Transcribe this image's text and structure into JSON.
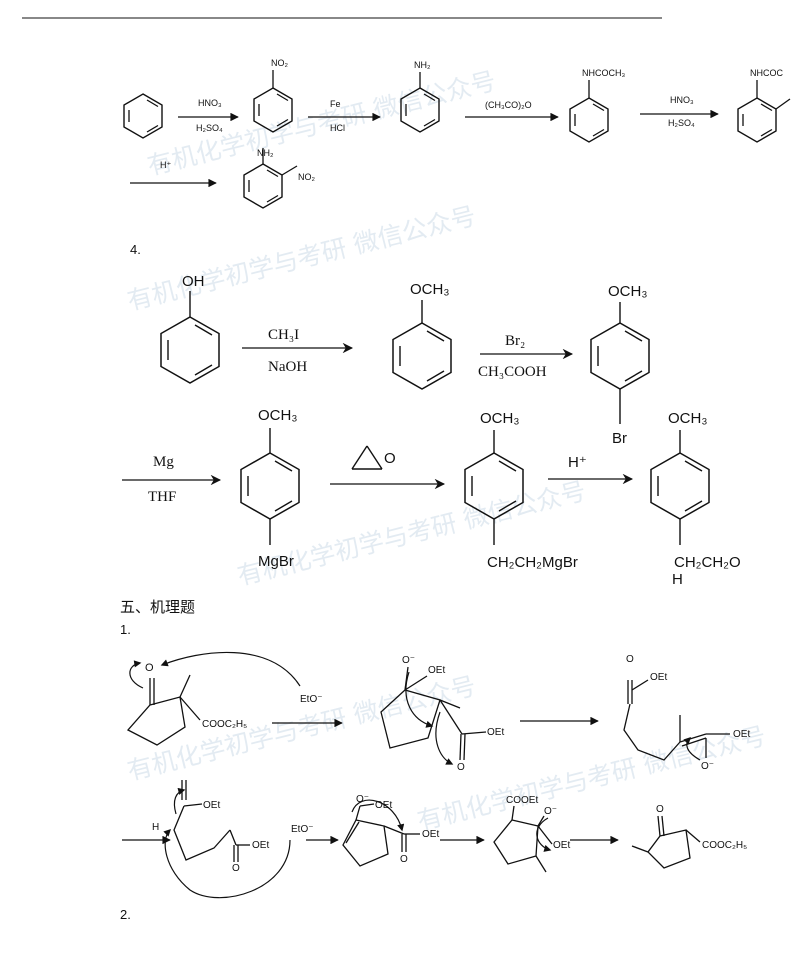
{
  "watermark": "有机化学初学与考研 微信公众号",
  "problem3": {
    "steps": [
      {
        "top": "HNO₃",
        "bottom": "H₂SO₄"
      },
      {
        "top": "Fe",
        "bottom": "HCl"
      },
      {
        "top": "(CH₃CO)₂O",
        "bottom": ""
      },
      {
        "top": "HNO₃",
        "bottom": "H₂SO₄"
      },
      {
        "top": "H⁺",
        "bottom": ""
      }
    ],
    "substituents": [
      "NO₂",
      "NH₂",
      "NHCOCH₃",
      "NHCOC",
      "NH₂",
      "NO₂"
    ]
  },
  "problem4": {
    "number": "4.",
    "labels": {
      "phenol_oh": "OH",
      "anisole_och3": "OCH₃",
      "bromo_och3": "OCH₃",
      "bromo_br": "Br",
      "grignard_och3": "OCH₃",
      "grignard_mgbr": "MgBr",
      "adduct_och3": "OCH₃",
      "adduct_chain": "CH₂CH₂MgBr",
      "product_och3": "OCH₃",
      "product_chain": "CH₂CH₂O",
      "product_h": "H"
    },
    "steps": [
      {
        "top": "CH₃I",
        "bottom": "NaOH"
      },
      {
        "top": "Br₂",
        "bottom": "CH₃COOH"
      },
      {
        "top": "Mg",
        "bottom": "THF"
      },
      {
        "top": "",
        "bottom": ""
      },
      {
        "top": "H⁺",
        "bottom": ""
      }
    ],
    "epoxide_o": "O"
  },
  "section5": {
    "heading": "五、机理题",
    "problem1_number": "1.",
    "problem2_number": "2.",
    "labels": {
      "ketone_o": "O",
      "ester1": "COOC₂H₅",
      "eto_1": "EtO⁻",
      "alkoxide_o": "O⁻",
      "oet_1": "OEt",
      "oet_2": "OEt",
      "carbonyl_o_1": "O",
      "open_o": "O",
      "open_oet_top": "OEt",
      "open_oet_right": "OEt",
      "open_o_minus": "O⁻",
      "h_label": "H",
      "oet_3": "OEt",
      "oet_4": "OEt",
      "o_bottom": "O",
      "eto_2": "EtO⁻",
      "enol_o_minus": "O⁻",
      "enol_oet": "OEt",
      "enol_oet_right": "OEt",
      "enol_o": "O",
      "cyc_cooet": "COOEt",
      "cyc_o_minus": "O⁻",
      "cyc_oet": "OEt",
      "final_o": "O",
      "final_ester": "COOC₂H₅"
    }
  }
}
